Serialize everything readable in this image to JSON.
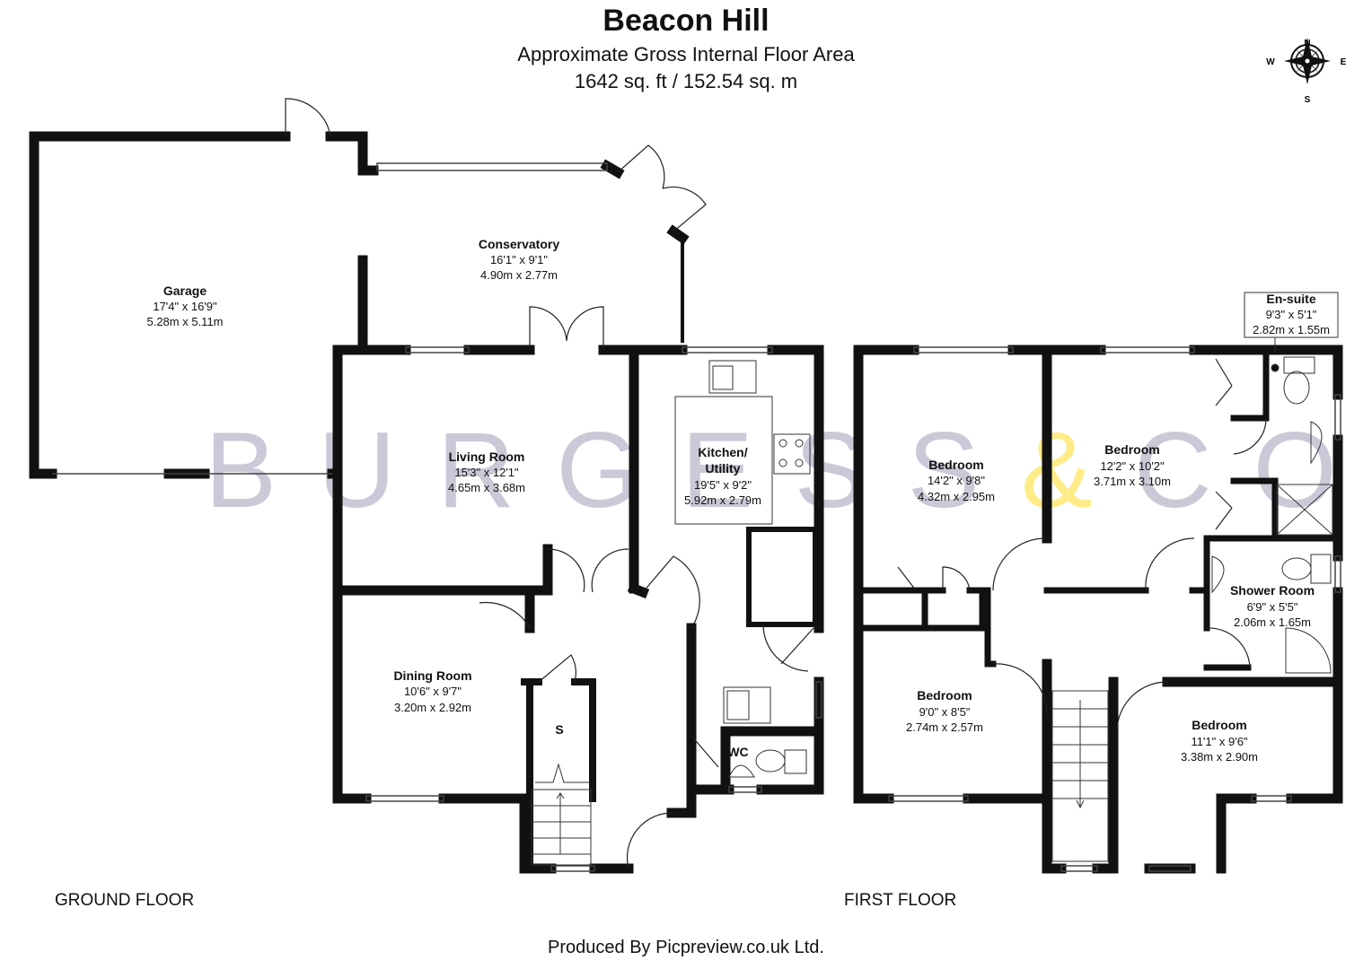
{
  "header": {
    "title": "Beacon Hill",
    "subtitle": "Approximate Gross Internal Floor Area",
    "area": "1642 sq. ft / 152.54 sq. m"
  },
  "watermark": {
    "main": "BURGESS",
    "amp": "&",
    "tail": "CO."
  },
  "compass": {
    "n": "N",
    "e": "E",
    "s": "S",
    "w": "W"
  },
  "rooms": {
    "garage": {
      "name": "Garage",
      "imperial": "17'4\" x 16'9\"",
      "metric": "5.28m x 5.11m"
    },
    "conservatory": {
      "name": "Conservatory",
      "imperial": "16'1\" x 9'1\"",
      "metric": "4.90m x 2.77m"
    },
    "living": {
      "name": "Living Room",
      "imperial": "15'3\" x 12'1\"",
      "metric": "4.65m x 3.68m"
    },
    "kitchen": {
      "name1": "Kitchen/",
      "name2": "Utility",
      "imperial": "19'5\" x 9'2\"",
      "metric": "5.92m x 2.79m"
    },
    "dining": {
      "name": "Dining Room",
      "imperial": "10'6\" x 9'7\"",
      "metric": "3.20m x 2.92m"
    },
    "store": {
      "name": "S"
    },
    "wc": {
      "name": "WC"
    },
    "bed1": {
      "name": "Bedroom",
      "imperial": "14'2\" x 9'8\"",
      "metric": "4.32m x 2.95m"
    },
    "bed2": {
      "name": "Bedroom",
      "imperial": "12'2\" x 10'2\"",
      "metric": "3.71m x 3.10m"
    },
    "ensuite": {
      "name": "En-suite",
      "imperial": "9'3\" x 5'1\"",
      "metric": "2.82m x 1.55m"
    },
    "shower": {
      "name": "Shower Room",
      "imperial": "6'9\" x 5'5\"",
      "metric": "2.06m x 1.65m"
    },
    "bed3": {
      "name": "Bedroom",
      "imperial": "9'0\" x 8'5\"",
      "metric": "2.74m x 2.57m"
    },
    "bed4": {
      "name": "Bedroom",
      "imperial": "11'1\" x 9'6\"",
      "metric": "3.38m x 2.90m"
    }
  },
  "floors": {
    "ground": "GROUND FLOOR",
    "first": "FIRST FLOOR"
  },
  "credit": "Produced By Picpreview.co.uk Ltd."
}
